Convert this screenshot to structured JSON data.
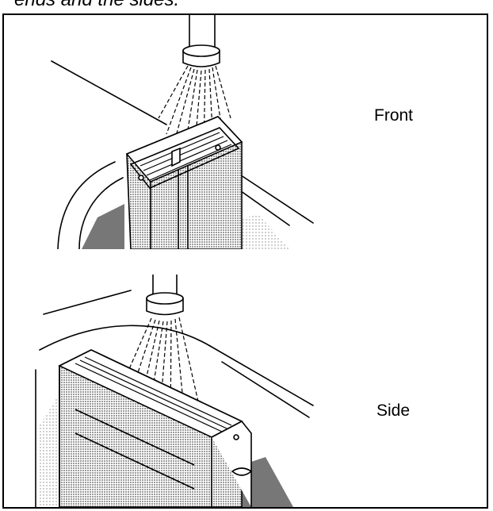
{
  "document": {
    "caption_fragment": "ends and the sides.",
    "views": [
      {
        "label": "Front"
      },
      {
        "label": "Side"
      }
    ]
  },
  "colors": {
    "ink": "#000000",
    "paper": "#ffffff",
    "shade": "#9a9a9a"
  }
}
